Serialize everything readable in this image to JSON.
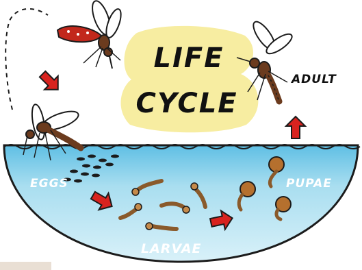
{
  "title": {
    "line1": "LIFE",
    "line2": "CYCLE"
  },
  "stages": {
    "adult": "ADULT",
    "eggs": "EGGS",
    "larvae": "LARVAE",
    "pupae": "PUPAE"
  },
  "colors": {
    "water": "#a9def0",
    "water_deep": "#5fbfe4",
    "title_highlight": "#f7eda1",
    "arrow": "#d8231f",
    "mosquito_body": "#6b3b1e",
    "blood_belly": "#c2281c"
  }
}
